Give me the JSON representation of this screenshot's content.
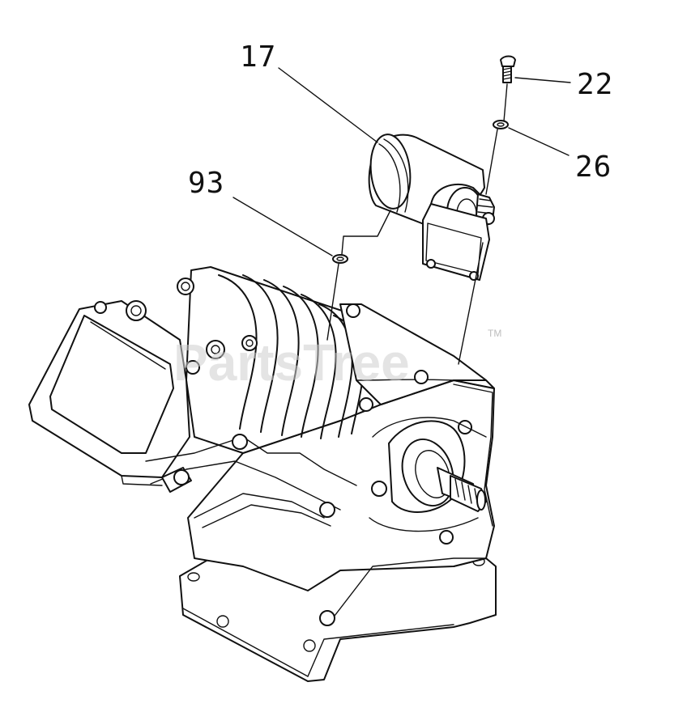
{
  "callouts": {
    "starter_motor": "17",
    "starter_screw": "22",
    "starter_washer": "26",
    "lower_washer": "93"
  },
  "watermark": {
    "text": "PartsTree",
    "tm": "TM"
  },
  "colors": {
    "line": "#111111",
    "background": "#ffffff",
    "watermark": "#cfcfcf"
  }
}
